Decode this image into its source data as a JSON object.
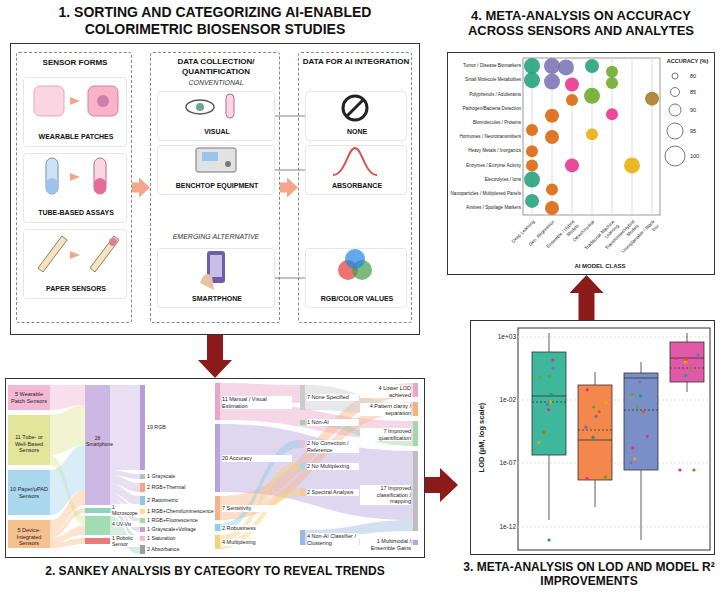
{
  "diagram": {
    "nodes": [
      {
        "text": [
          "1. SORTING AND CATEGORIZING AI-ENABLED COLORIMETRIC BIOSENSOR STUDIES"
        ]
      },
      {
        "text": [
          "SENSOR FORMS"
        ],
        "in": 0
      },
      {
        "text": [
          "WEARABLE PATCHES"
        ],
        "in": 1
      },
      {
        "text": [
          "TUBE-BASED ASSAYS"
        ],
        "in": 1
      },
      {
        "text": [
          "PAPER SENSORS"
        ],
        "in": 1
      },
      {
        "text": [
          "DATA COLLECTION/ QUANTIFICATION",
          "CONVENTIONAL",
          "EMERGING ALTERNATIVE"
        ],
        "in": 0
      },
      {
        "text": [
          "VISUAL"
        ],
        "in": 5
      },
      {
        "text": [
          "BENCHTOP EQUIPMENT"
        ],
        "in": 5
      },
      {
        "text": [
          "SMARTPHONE"
        ],
        "in": 5
      },
      {
        "text": [
          "DATA FOR AI INTEGRATION"
        ],
        "in": 0
      },
      {
        "text": [
          "NONE"
        ],
        "in": 9
      },
      {
        "text": [
          "ABSORBANCE"
        ],
        "in": 9
      },
      {
        "text": [
          "RGB/COLOR VALUES"
        ],
        "in": 9
      },
      {
        "text": [
          "4. META-ANALYSIS ON ACCURACY ACROSS SENSORS AND ANALYTES"
        ]
      },
      {
        "text": [
          "2. SANKEY ANALYSIS BY CATEGORY TO REVEAL TRENDS"
        ]
      },
      {
        "text": [
          "3. META-ANALYSIS ON LOD AND MODEL R² IMPROVEMENTS"
        ]
      }
    ],
    "edges": [
      {
        "from": 1,
        "to": 5,
        "arrow": "to"
      },
      {
        "from": 5,
        "to": 9,
        "arrow": "to"
      },
      {
        "from": 6,
        "to": 10,
        "arrow": "none"
      },
      {
        "from": 7,
        "to": 11,
        "arrow": "none"
      },
      {
        "from": 8,
        "to": 12,
        "arrow": "none"
      },
      {
        "from": 0,
        "to": 14,
        "arrow": "to"
      },
      {
        "from": 14,
        "to": 15,
        "arrow": "to"
      },
      {
        "from": 15,
        "to": 13,
        "arrow": "to"
      }
    ],
    "labels": [
      "Tumor / Disease Biomarkers",
      "Small Molecule Metabolites",
      "Polyphenols / Adulterants",
      "Pathogen/Bacteria Detection",
      "Biomolecules / Proteins",
      "Hormones / Neurotransmitters",
      "Heavy Metals / Inorganics",
      "Enzymes / Enzyme Activity",
      "Electrolytes / Ions",
      "Nanoparticles / Multiplexed Panels",
      "Amines / Spoilage Markers",
      "Deep Learning",
      "Gen. Regression",
      "Ensemble / Hybrid Models",
      "Other/Unclear",
      "Traditional Machine Learning",
      "Transformer/Hybrid Models",
      "Unexplainable / Black box",
      "AI MODEL CLASS",
      "ACCURACY (%)",
      "LOD (µM, log scale)",
      "1e+03",
      "1e-02",
      "1e-07",
      "1e-12",
      "5 Wearable Patch Sensors",
      "11 Tube- or Well-Based Sensors",
      "10 Paper/μPAD Sensors",
      "5 Device-Integrated Sensors",
      "28 Smartphone",
      "1 Microscope",
      "4 UV-Vis",
      "1 Robotic Sensor",
      "19 RGB",
      "1 Grayscale",
      "2 RGB+Thermal",
      "2 Ratiometric",
      "1 RGB+Chemiluminescence",
      "1 RGB+Fluorescence",
      "1 Grayscale+Voltage",
      "1 Saturation",
      "2 Absorbance",
      "11 Manual / Visual Estimation",
      "20 Accuracy",
      "7 Sensitivity",
      "2 Robustness",
      "4 Multiplexing",
      "7 None Specified",
      "1 Non-AI",
      "2 No Correction / Reference",
      "2 No Multiplexing",
      "2 Spectral Analysis",
      "4 Non-AI Classifier / Clustering",
      "4 Lower LOD achieved",
      "4 Pattern clarity / separation",
      "7 Improved quantification",
      "17 Improved classification / mapping",
      "1 Multimodal / Ensemble Gains"
    ],
    "legend": [
      {
        "text": "80"
      },
      {
        "text": "85"
      },
      {
        "text": "90"
      },
      {
        "text": "95"
      },
      {
        "text": "100"
      }
    ]
  }
}
